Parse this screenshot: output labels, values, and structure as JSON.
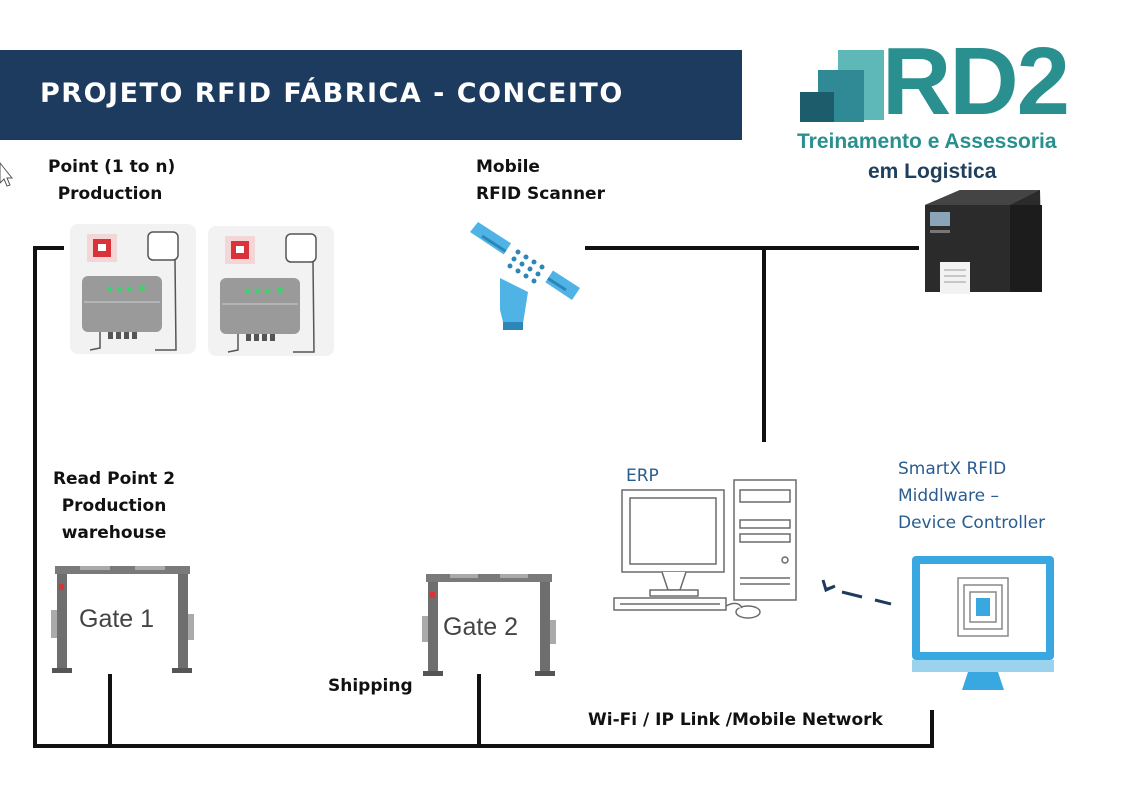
{
  "header": {
    "title": "PROJETO RFID FÁBRICA - CONCEITO"
  },
  "logo": {
    "brand": "RD2",
    "tagline_line1": "Treinamento e Assessoria",
    "tagline_line2": "em Logistica"
  },
  "nodes": {
    "point_production": {
      "line1": "Point (1 to n)",
      "line2": "Production"
    },
    "mobile_scanner": {
      "line1": "Mobile",
      "line2": "RFID Scanner"
    },
    "read_point_2": {
      "line1": "Read Point 2",
      "line2": "Production",
      "line3": "warehouse"
    },
    "gate1": {
      "label": "Gate 1"
    },
    "gate2": {
      "label": "Gate 2"
    },
    "shipping": {
      "label": "Shipping"
    },
    "erp": {
      "label": "ERP"
    },
    "middleware": {
      "line1": "SmartX RFID",
      "line2": "Middlware –",
      "line3": "Device Controller"
    },
    "network": {
      "label": "Wi-Fi / IP Link /Mobile Network"
    }
  },
  "colors": {
    "banner": "#1d3a5f",
    "logo_teal": "#2a8f8f",
    "scanner_blue": "#4fb3e6",
    "monitor_blue": "#3aa8e0",
    "reader_red": "#d9323a",
    "line": "#111111"
  },
  "icons": [
    "cursor-icon",
    "rfid-reader-icon",
    "handheld-scanner-icon",
    "label-printer-icon",
    "desktop-computer-icon",
    "monitor-rfid-icon",
    "rfid-gate-icon"
  ]
}
